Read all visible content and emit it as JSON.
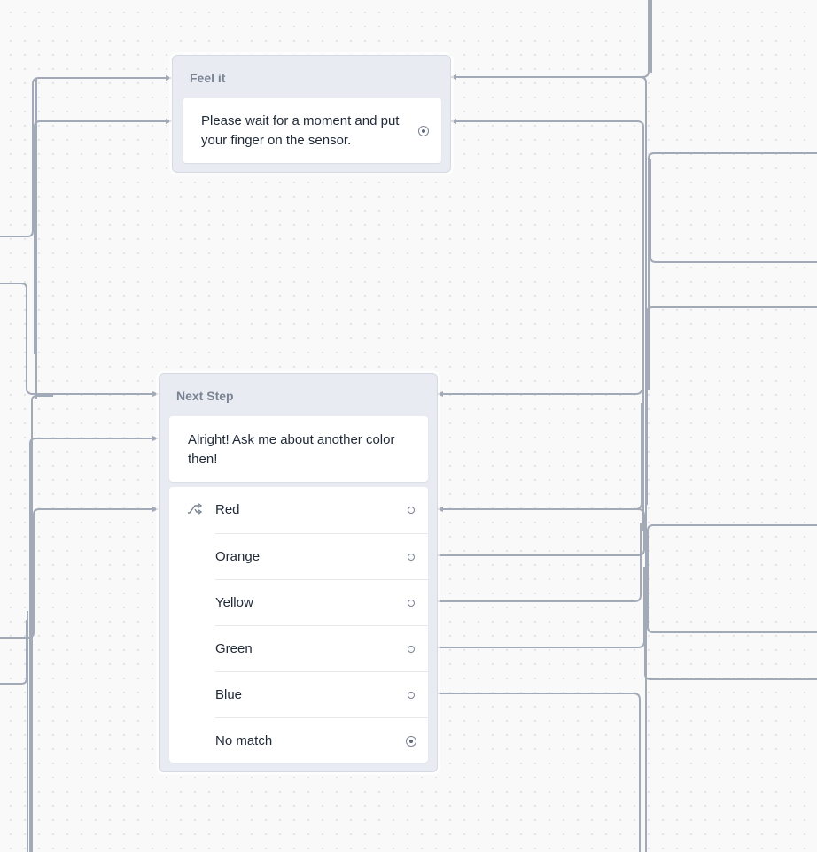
{
  "canvas": {
    "line_color": "#a2a9b7",
    "background": "#f9f9f9"
  },
  "blocks": [
    {
      "title": "Feel it",
      "message": "Please wait for a moment and put your finger on the sensor."
    },
    {
      "title": "Next Step",
      "message": "Alright! Ask me about another color then!",
      "choices_icon": "shuffle-icon",
      "choices": [
        "Red",
        "Orange",
        "Yellow",
        "Green",
        "Blue",
        "No match"
      ]
    }
  ]
}
